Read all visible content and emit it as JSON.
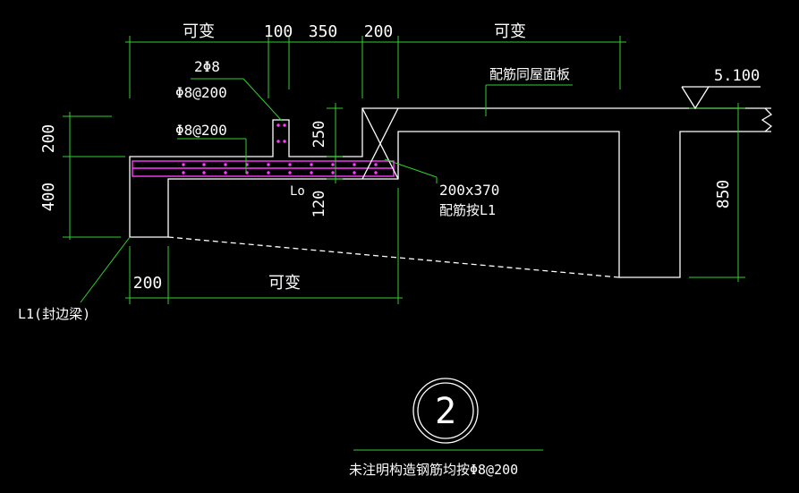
{
  "drawing": {
    "top_dims": [
      "可变",
      "100",
      "350",
      "200",
      "可变"
    ],
    "left_dims": [
      "200",
      "400"
    ],
    "bottom_dims": [
      "200",
      "可变"
    ],
    "right_dim": "850",
    "mid_dims": [
      "250",
      "120"
    ],
    "level": "5.100",
    "labels": {
      "rebar_2phi8": "2Φ8",
      "rebar_phi8_200_a": "Φ8@200",
      "rebar_phi8_200_b": "Φ8@200",
      "roof_rebar": "配筋同屋面板",
      "beam_size": "200x370",
      "beam_rebar": "配筋按L1",
      "span_lo": "Lo",
      "edge_beam": "L1(封边梁)"
    },
    "section_mark": "2",
    "note": "未注明构造钢筋均按Φ8@200"
  },
  "colors": {
    "background": "#000000",
    "object": "#ffffff",
    "dimension": "#2fd12f",
    "rebar": "#ff3cff"
  }
}
